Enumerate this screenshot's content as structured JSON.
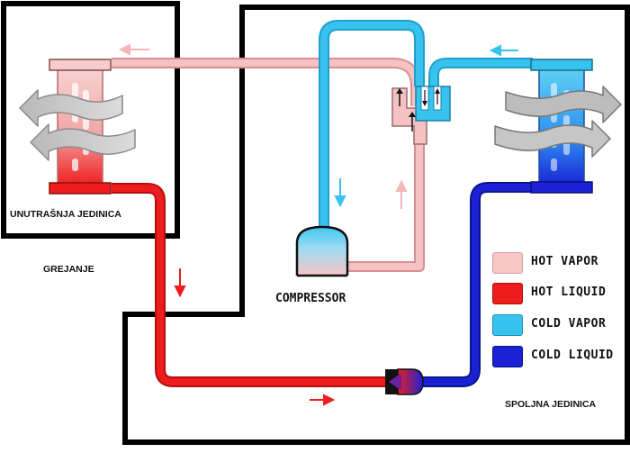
{
  "labels": {
    "indoor_unit": "UNUTRAŠNJA JEDINICA",
    "mode": "GREJANJE",
    "outdoor_unit": "SPOLJNA JEDINICA",
    "compressor": "COMPRESSOR"
  },
  "legend": [
    {
      "label": "HOT VAPOR",
      "color": "#f6c6c6"
    },
    {
      "label": "HOT LIQUID",
      "color": "#ee1c1c"
    },
    {
      "label": "COLD VAPOR",
      "color": "#37c3ee"
    },
    {
      "label": "COLD LIQUID",
      "color": "#1b22d6"
    }
  ],
  "colors": {
    "hot_vapor": "#f4c2c2",
    "hot_liquid": "#ee1c1c",
    "cold_vapor": "#37c3ee",
    "cold_liquid": "#1b22d6",
    "outline": "#000000"
  }
}
